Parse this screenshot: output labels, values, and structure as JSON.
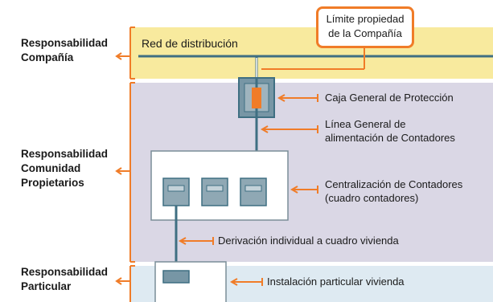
{
  "zones": {
    "company": {
      "label": "Responsabilidad\nCompañía",
      "color": "#f8ea9e"
    },
    "community": {
      "label": "Responsabilidad\nComunidad\nPropietarios",
      "color": "#dad7e5"
    },
    "particular": {
      "label": "Responsabilidad\nParticular",
      "color": "#deeaf2"
    }
  },
  "labels": {
    "distribution_network": "Red de distribución",
    "property_limit": "Límite propiedad\nde la Compañía",
    "protection_box": "Caja General de Protección",
    "general_line": "Línea General de\nalimentación de Contadores",
    "meter_centralization": "Centralización de Contadores\n(cuadro contadores)",
    "individual_derivation": "Derivación individual a cuadro vivienda",
    "private_installation": "Instalación particular vivienda"
  },
  "colors": {
    "accent": "#f07c28",
    "line": "#3f6f82",
    "meter_fill": "#8fa8b4",
    "fuse": "#f07c28"
  },
  "meters": [
    "meter-1",
    "meter-2",
    "meter-3"
  ]
}
